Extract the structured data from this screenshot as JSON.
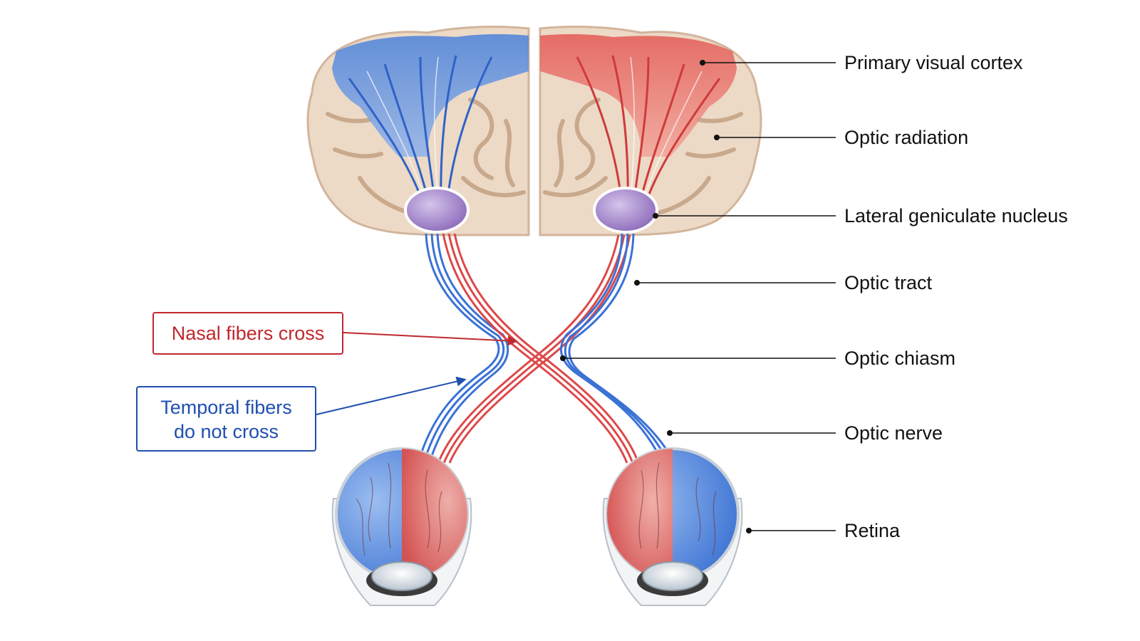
{
  "labels": {
    "primary_visual_cortex": "Primary visual cortex",
    "optic_radiation": "Optic radiation",
    "lateral_geniculate_nucleus": "Lateral geniculate nucleus",
    "optic_tract": "Optic tract",
    "optic_chiasm": "Optic chiasm",
    "optic_nerve": "Optic nerve",
    "retina": "Retina"
  },
  "callouts": {
    "nasal": {
      "text": "Nasal fibers cross"
    },
    "temporal": {
      "line1": "Temporal fibers",
      "line2": "do not cross"
    }
  },
  "colors": {
    "temporal_blue": "#3a72d6",
    "nasal_red": "#dd4848",
    "cortex_tan": "#ecd9c6",
    "cortex_outline": "#d2b59c",
    "lgn_purple": "#9b7cc4",
    "callout_red": "#c0282d",
    "callout_blue": "#1f4fb0",
    "leader_line": "#111111"
  }
}
